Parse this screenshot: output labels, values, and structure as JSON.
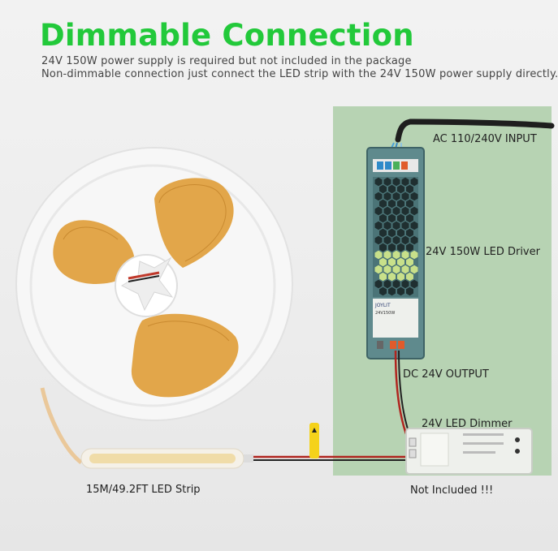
{
  "title": "Dimmable Connection",
  "subtitle_line1": "24V 150W power supply is required but not included in the package",
  "subtitle_line2": "Non-dimmable connection just connect the LED strip with the 24V 150W power supply directly.",
  "labels": {
    "ac_input": "AC 110/240V INPUT",
    "driver": "24V 150W LED Driver",
    "dc_output": "DC 24V OUTPUT",
    "dimmer": "24V LED Dimmer",
    "strip": "15M/49.2FT LED Strip",
    "not_included": "Not Included !!!"
  },
  "colors": {
    "title": "#22c93a",
    "panel": "#b7d3b3",
    "driver_body": "#5f8a8d",
    "led_strip": "#e2a64a"
  }
}
